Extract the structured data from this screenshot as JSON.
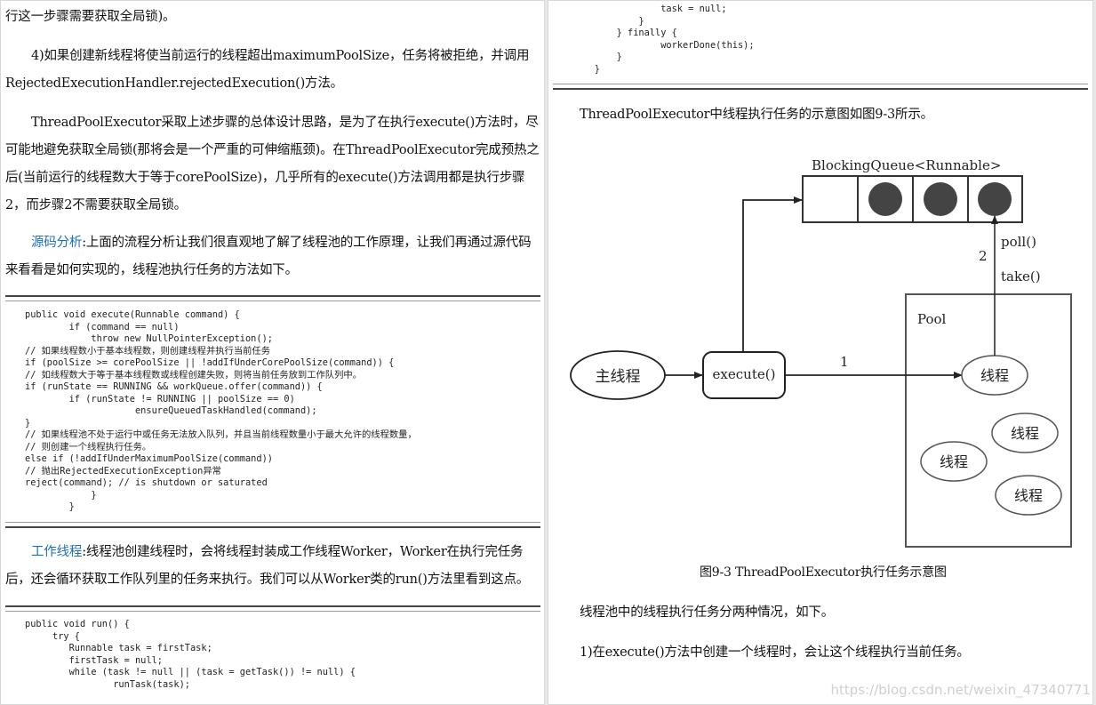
{
  "left": {
    "p0": "行这一步骤需要获取全局锁)。",
    "p1": "4)如果创建新线程将使当前运行的线程超出maximumPoolSize，任务将被拒绝，并调用RejectedExecutionHandler.rejectedExecution()方法。",
    "p2": "ThreadPoolExecutor采取上述步骤的总体设计思路，是为了在执行execute()方法时，尽可能地避免获取全局锁(那将会是一个严重的可伸缩瓶颈)。在ThreadPoolExecutor完成预热之后(当前运行的线程数大于等于corePoolSize)，几乎所有的execute()方法调用都是执行步骤2，而步骤2不需要获取全局锁。",
    "p3_label": "源码分析",
    "p3": ":上面的流程分析让我们很直观地了解了线程池的工作原理，让我们再通过源代码来看看是如何实现的，线程池执行任务的方法如下。",
    "code1": "public void execute(Runnable command) {\n        if (command == null)\n            throw new NullPointerException();\n// 如果线程数小于基本线程数，则创建线程并执行当前任务\nif (poolSize >= corePoolSize || !addIfUnderCorePoolSize(command)) {\n// 如线程数大于等于基本线程数或线程创建失败，则将当前任务放到工作队列中。\nif (runState == RUNNING && workQueue.offer(command)) {\n        if (runState != RUNNING || poolSize == 0)\n                    ensureQueuedTaskHandled(command);\n}\n// 如果线程池不处于运行中或任务无法放入队列，并且当前线程数量小于最大允许的线程数量，\n// 则创建一个线程执行任务。\nelse if (!addIfUnderMaximumPoolSize(command))\n// 抛出RejectedExecutionException异常\nreject(command); // is shutdown or saturated\n            }\n        }",
    "p4_label": "工作线程",
    "p4": ":线程池创建线程时，会将线程封装成工作线程Worker，Worker在执行完任务后，还会循环获取工作队列里的任务来执行。我们可以从Worker类的run()方法里看到这点。",
    "code2": "public void run() {\n     try {\n        Runnable task = firstTask;\n        firstTask = null;\n        while (task != null || (task = getTask()) != null) {\n                runTask(task);"
  },
  "right": {
    "code3": "                task = null;\n            }\n        } finally {\n                workerDone(this);\n        }\n    }",
    "intro": "ThreadPoolExecutor中线程执行任务的示意图如图9-3所示。",
    "diagram": {
      "queue_label": "BlockingQueue<Runnable>",
      "poll_label": "poll()",
      "step2_label": "2",
      "take_label": "take()",
      "pool_label": "Pool",
      "main_thread": "主线程",
      "execute_label": "execute()",
      "step1_label": "1",
      "thread_label": "线程"
    },
    "caption": "图9-3   ThreadPoolExecutor执行任务示意图",
    "p1": "线程池中的线程执行任务分两种情况，如下。",
    "p2": "1)在execute()方法中创建一个线程时，会让这个线程执行当前任务。"
  },
  "watermark": "https://blog.csdn.net/weixin_47340771"
}
